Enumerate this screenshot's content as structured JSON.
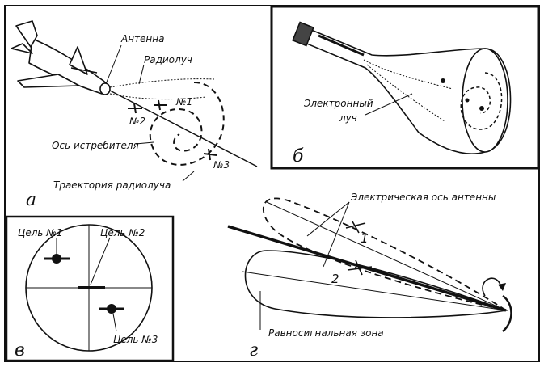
{
  "panel_a": {
    "letter": "а",
    "antenna": "Антенна",
    "radio_beam": "Радиолуч",
    "target_1": "№1",
    "target_2": "№2",
    "target_3": "№3",
    "fighter_axis": "Ось истребителя",
    "beam_trajectory": "Траектория радиолуча"
  },
  "panel_b": {
    "letter": "б",
    "electron_beam_line1": "Электронный",
    "electron_beam_line2": "луч"
  },
  "panel_v": {
    "letter": "в",
    "target_1": "Цель №1",
    "target_2": "Цель №2",
    "target_3": "Цель №3"
  },
  "panel_g": {
    "letter": "г",
    "electric_axis": "Электрическая ось антенны",
    "equisignal_zone": "Равносигнальная зона",
    "lobe_1": "1",
    "lobe_2": "2"
  }
}
